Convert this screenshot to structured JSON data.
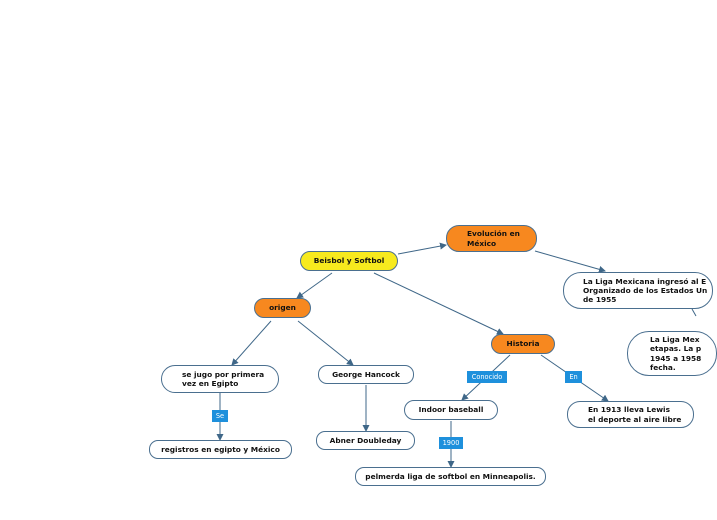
{
  "nodes": {
    "beisbol_softbol": "Beisbol y Softbol",
    "evolucion_mexico": "Evolución en\nMéxico",
    "liga_mexicana_1": "La Liga Mexicana ingresó al E\nOrganizado de los Estados Un\nde 1955",
    "liga_mexicana_2": "La Liga Mex\netapas. La p\n1945 a 1958\nfecha.",
    "origen": "origen",
    "historia": "Historia",
    "se_jugo": "se jugo por primera\nvez en Egipto",
    "george_hancock": "George Hancock",
    "registros": "registros en egipto y México",
    "abner": "Abner Doubleday",
    "indoor": "Indoor baseball",
    "lewis": "En 1913 lleva Lewis\nel deporte al aire libre",
    "primera_liga": "pelmerda liga de softbol en Minneapolis."
  },
  "labels": {
    "se": "Se",
    "conocido": "Conocido",
    "en": "En",
    "year_1900": "1900"
  },
  "colors": {
    "central": "#f7ea1e",
    "main_topic": "#f7881f",
    "connector": "#1e90dc",
    "line": "#3f6788"
  }
}
